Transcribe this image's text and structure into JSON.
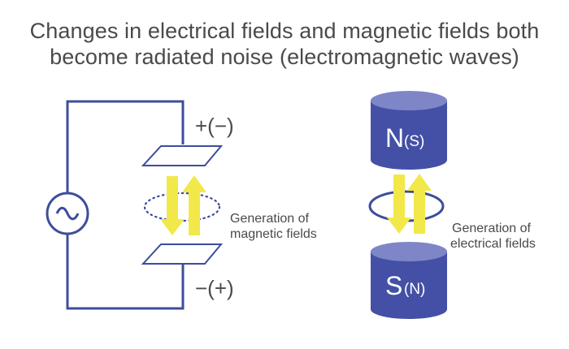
{
  "title": {
    "line1": "Changes in electrical fields and magnetic fields both",
    "line2": "become radiated noise (electromagnetic waves)"
  },
  "left_diagram": {
    "top_plate_polarity": "+(−)",
    "bottom_plate_polarity": "−(+)",
    "annotation_line1": "Generation of",
    "annotation_line2": "magnetic fields",
    "source_icon": "ac-source-icon"
  },
  "right_diagram": {
    "top_magnet_label": "N",
    "top_magnet_sub": "(S)",
    "bottom_magnet_label": "S",
    "bottom_magnet_sub": "(N)",
    "annotation_line1": "Generation of",
    "annotation_line2": "electrical fields"
  },
  "colors": {
    "line_blue": "#3d4d9b",
    "magnet_body": "#4450a6",
    "magnet_top": "#7e86c7",
    "arrow_yellow": "#f2e84a",
    "text_gray": "#4a4a4a"
  }
}
